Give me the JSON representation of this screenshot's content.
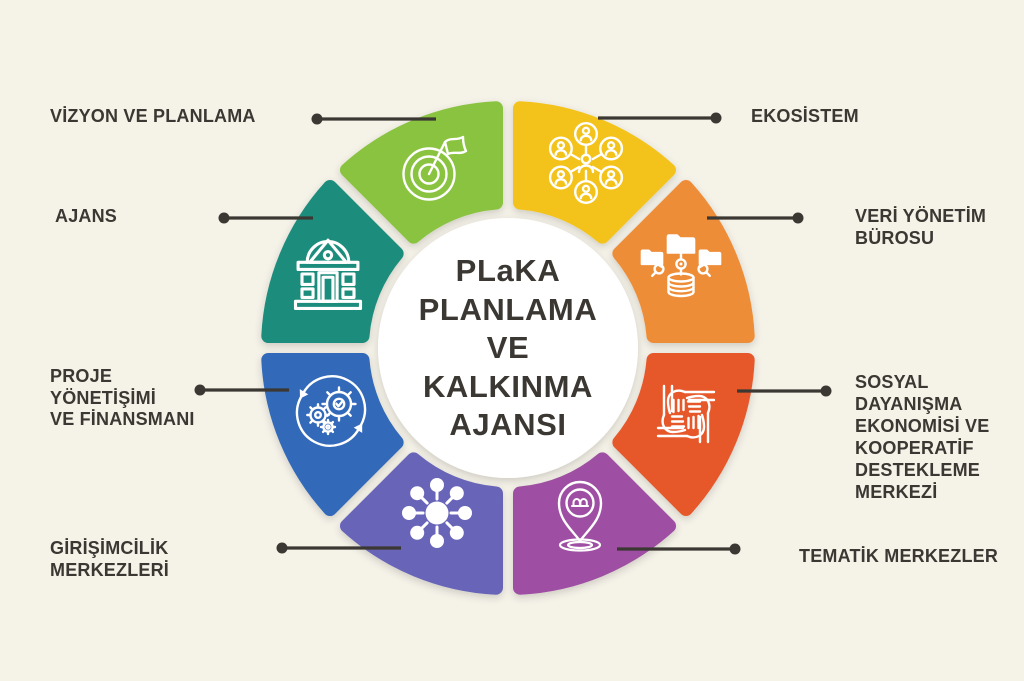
{
  "palette": {
    "background": "#F5F2E8",
    "ink": "#3B3833",
    "center_circle": "#FFFFFF",
    "icon_stroke": "#FFFFFF"
  },
  "center": {
    "title": "PLaKA\nPLANLAMA\nVE\nKALKINMA\nAJANSI"
  },
  "wheel": {
    "segments": [
      {
        "id": "vizyon-ve-planlama",
        "label": "VİZYON VE PLANLAMA",
        "color": "#89C33F",
        "icon": "target-flag-icon",
        "angle": 112.5
      },
      {
        "id": "ekosistem",
        "label": "EKOSİSTEM",
        "color": "#F3C31B",
        "icon": "people-network-icon",
        "angle": 67.5
      },
      {
        "id": "veri-yonetim-burosu",
        "label": "VERİ YÖNETİM\nBÜROSU",
        "color": "#EE8D38",
        "icon": "data-folders-icon",
        "angle": 22.5
      },
      {
        "id": "sosyal-dayanisma",
        "label": "SOSYAL\nDAYANIŞMA\nEKONOMİSİ VE\nKOOPERATİF\nDESTEKLEME\nMERKEZİ",
        "color": "#E6582C",
        "icon": "unity-hands-icon",
        "angle": -22.5
      },
      {
        "id": "tematik-merkezler",
        "label": "TEMATİK MERKEZLER",
        "color": "#9F4FA3",
        "icon": "location-pin-icon",
        "angle": -67.5
      },
      {
        "id": "girisimcilik-merkezleri",
        "label": "GİRİŞİMCİLİK\nMERKEZLERİ",
        "color": "#6765B8",
        "icon": "hub-network-icon",
        "angle": -112.5
      },
      {
        "id": "proje-yonetisimi",
        "label": "PROJE\nYÖNETİŞİMİ\nVE FİNANSMANI",
        "color": "#3169B8",
        "icon": "gears-cycle-icon",
        "angle": -157.5
      },
      {
        "id": "ajans",
        "label": "AJANS",
        "color": "#1F8C7B",
        "icon": "government-building-icon",
        "angle": 157.5
      }
    ]
  }
}
